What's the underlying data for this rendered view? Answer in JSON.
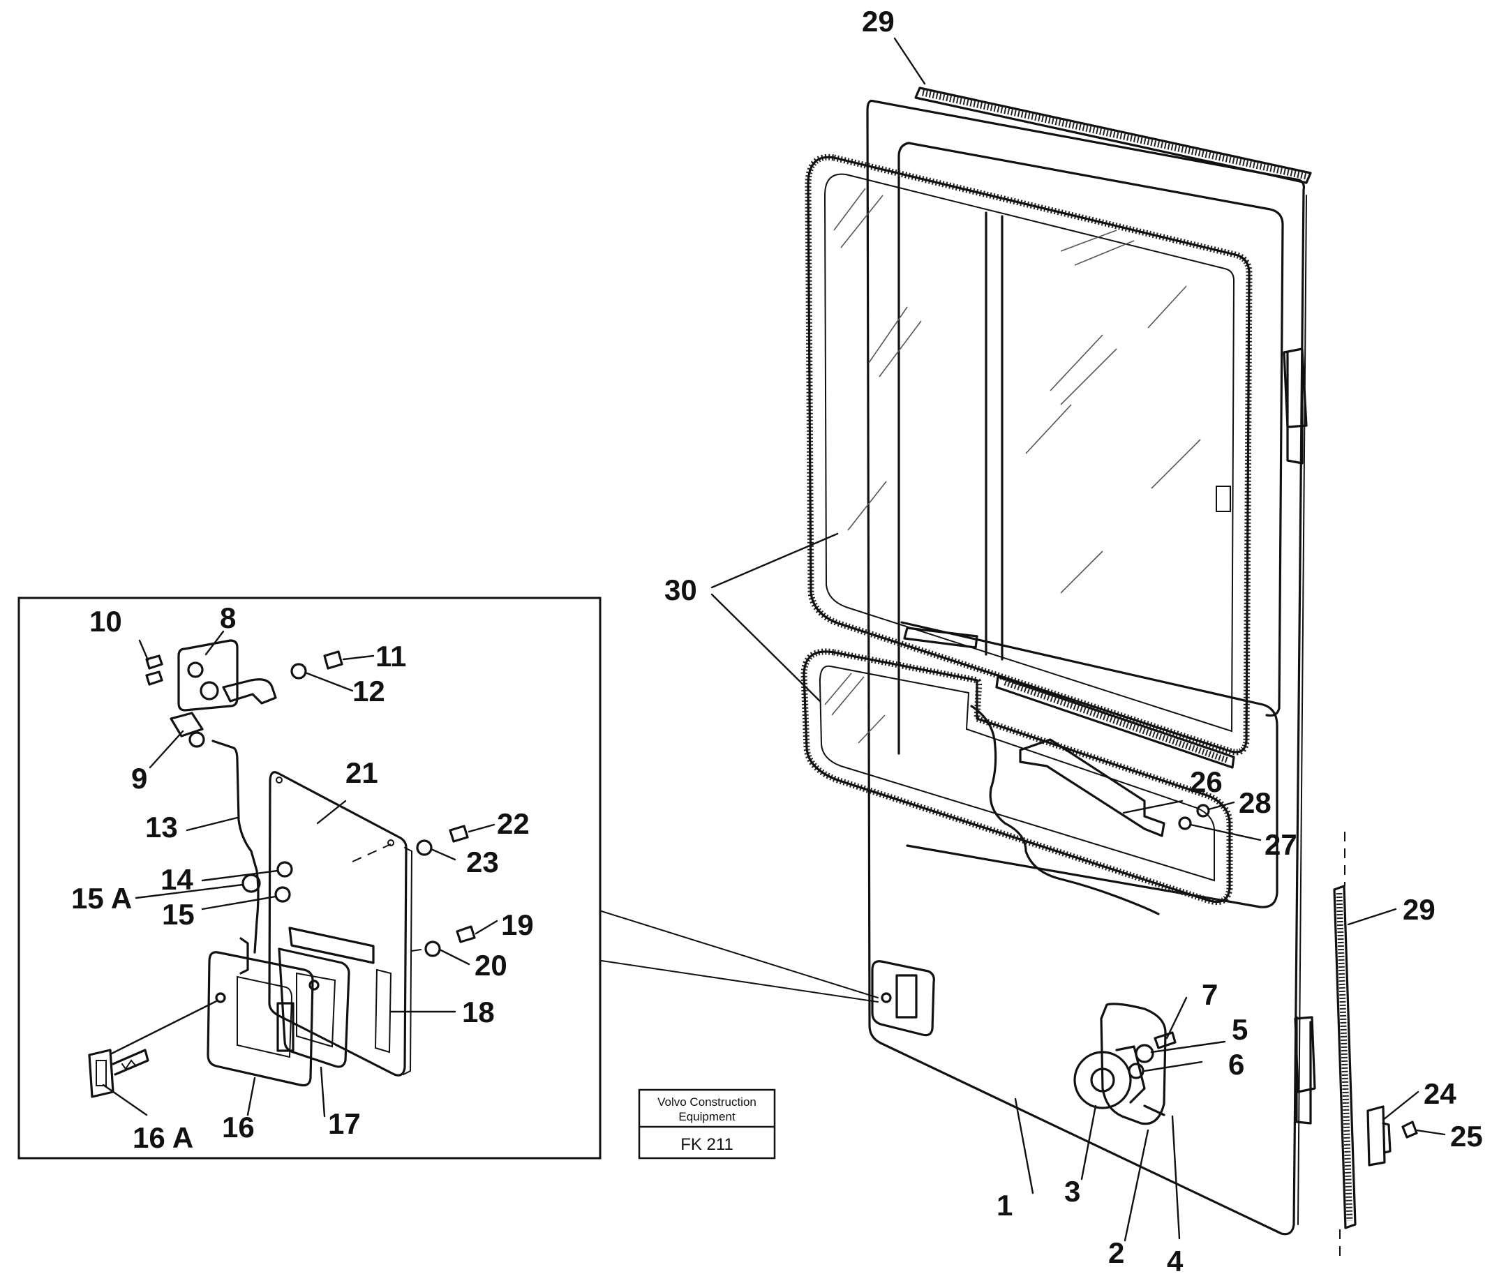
{
  "callouts": {
    "n1": "1",
    "n2": "2",
    "n3": "3",
    "n4": "4",
    "n5": "5",
    "n6": "6",
    "n7": "7",
    "n8": "8",
    "n9": "9",
    "n10": "10",
    "n11": "11",
    "n12": "12",
    "n13": "13",
    "n14": "14",
    "n15": "15",
    "n15a": "15 A",
    "n16": "16",
    "n16a": "16 A",
    "n17": "17",
    "n18": "18",
    "n19": "19",
    "n20": "20",
    "n21": "21",
    "n22": "22",
    "n23": "23",
    "n24": "24",
    "n25": "25",
    "n26": "26",
    "n27": "27",
    "n28": "28",
    "n29_top": "29",
    "n29_side": "29",
    "n30": "30"
  },
  "title_block": {
    "company_line1": "Volvo Construction",
    "company_line2": "Equipment",
    "code": "FK 211"
  }
}
